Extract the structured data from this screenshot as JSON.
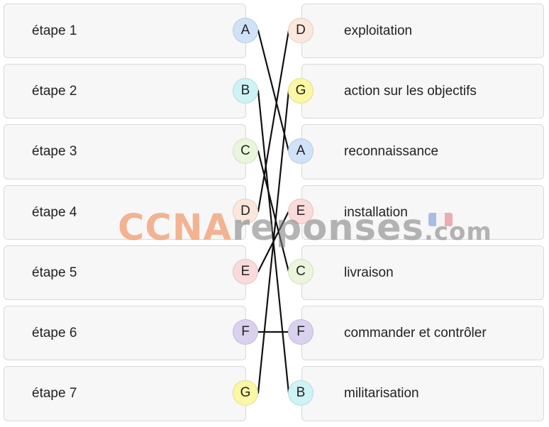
{
  "colors": {
    "A": "#cfe2f8",
    "B": "#cdf3f6",
    "C": "#eaf6dc",
    "D": "#fbe7db",
    "E": "#fbdadb",
    "F": "#d9d1ee",
    "G": "#fbf7a4"
  },
  "left_items": [
    {
      "label": "étape 1",
      "letter": "A"
    },
    {
      "label": "étape 2",
      "letter": "B"
    },
    {
      "label": "étape 3",
      "letter": "C"
    },
    {
      "label": "étape 4",
      "letter": "D"
    },
    {
      "label": "étape 5",
      "letter": "E"
    },
    {
      "label": "étape 6",
      "letter": "F"
    },
    {
      "label": "étape 7",
      "letter": "G"
    }
  ],
  "right_items": [
    {
      "label": "exploitation",
      "letter": "D"
    },
    {
      "label": "action sur les objectifs",
      "letter": "G"
    },
    {
      "label": "reconnaissance",
      "letter": "A"
    },
    {
      "label": "installation",
      "letter": "E"
    },
    {
      "label": "livraison",
      "letter": "C"
    },
    {
      "label": "commander et contrôler",
      "letter": "F"
    },
    {
      "label": "militarisation",
      "letter": "B"
    }
  ],
  "watermark": {
    "part1": "CCNA",
    "part2": "reponses",
    "part3": ".com"
  },
  "flag_icon": "france-flag-icon"
}
